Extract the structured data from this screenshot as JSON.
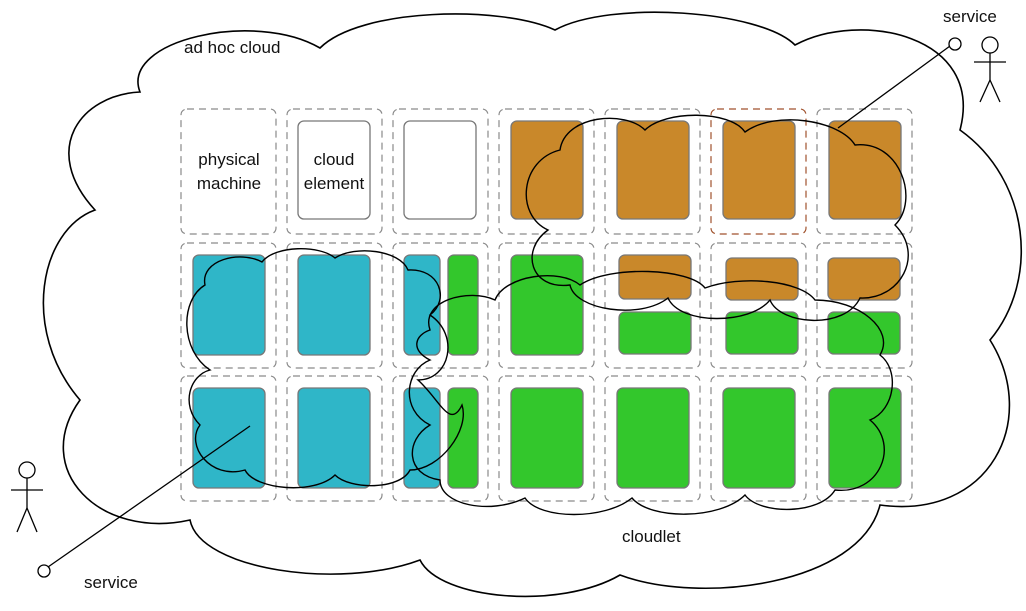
{
  "labels": {
    "big_cloud": "ad hoc cloud",
    "physical_machine_line1": "physical",
    "physical_machine_line2": "machine",
    "cloud_element_line1": "cloud",
    "cloud_element_line2": "element",
    "service_top": "service",
    "service_bottom": "service",
    "cloudlet": "cloudlet"
  },
  "colors": {
    "cyan": "#2fb6c8",
    "green": "#33c72c",
    "orange": "#c9882a",
    "outline": "#000000",
    "dashed": "#8a8a8a"
  }
}
